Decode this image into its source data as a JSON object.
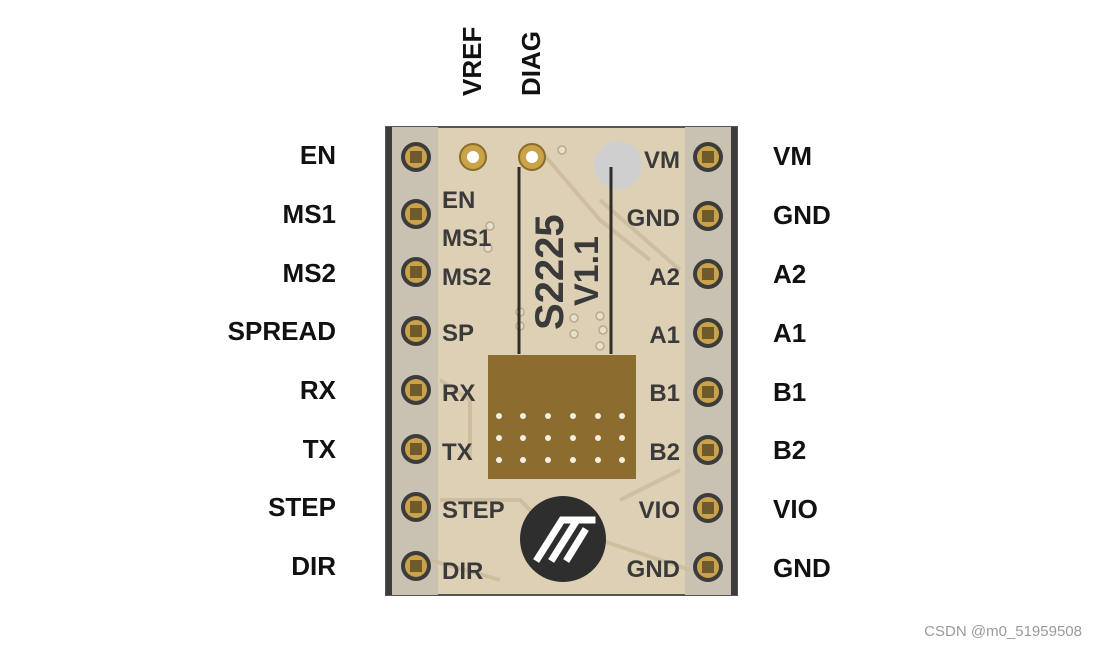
{
  "top_labels": [
    "VREF",
    "DIAG"
  ],
  "left_pins": [
    "EN",
    "MS1",
    "MS2",
    "SPREAD",
    "RX",
    "TX",
    "STEP",
    "DIR"
  ],
  "right_pins": [
    "VM",
    "GND",
    "A2",
    "A1",
    "B1",
    "B2",
    "VIO",
    "GND"
  ],
  "board": {
    "silk_left": [
      "EN",
      "MS1",
      "MS2",
      "SP",
      "RX",
      "TX",
      "STEP",
      "DIR"
    ],
    "silk_right": [
      "VM",
      "GND",
      "A2",
      "A1",
      "B1",
      "B2",
      "VIO",
      "GND"
    ],
    "model": "S2225",
    "version": "V1.1"
  },
  "watermark": "CSDN @m0_51959508",
  "colors": {
    "pcb": "#ddd0b4",
    "pcb_edge": "#555555",
    "header": "#3c3c3c",
    "pad_gold": "#c9a24a",
    "chip": "#8c6d2f",
    "silk": "#3a3a3a",
    "label": "#111111"
  },
  "icons": [
    "logo-icon"
  ]
}
